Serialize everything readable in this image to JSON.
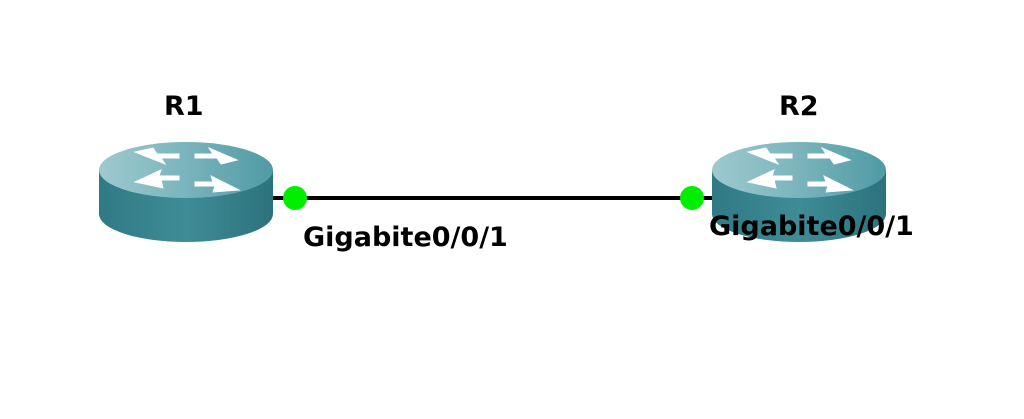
{
  "routers": [
    {
      "id": "r1",
      "name": "R1",
      "icon": "router-icon"
    },
    {
      "id": "r2",
      "name": "R2",
      "icon": "router-icon"
    }
  ],
  "link": {
    "r1_interface": "Gigabite0/0/1",
    "r2_interface": "Gigabite0/0/1",
    "status": "up",
    "status_color": "#00ee00",
    "line_color": "#000000"
  },
  "colors": {
    "router_body": "#3d8a94",
    "router_top": "#7fb8c0",
    "router_arrows": "#ffffff"
  }
}
